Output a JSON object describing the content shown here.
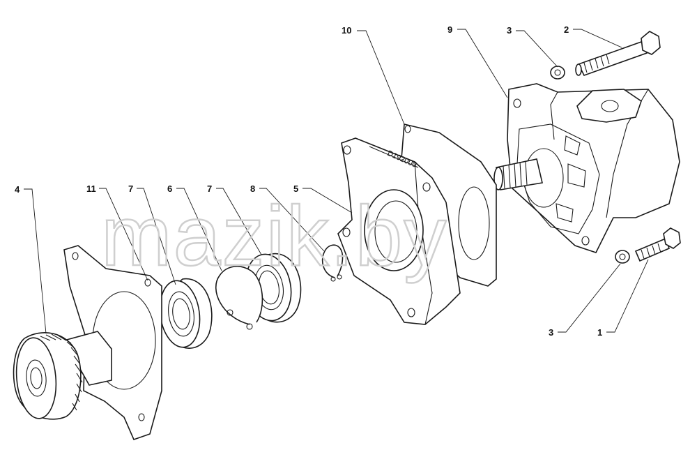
{
  "diagram": {
    "watermark": "mazik.by",
    "stamp_text": "D192000",
    "callouts": [
      {
        "id": "c-10",
        "label": "10"
      },
      {
        "id": "c-9",
        "label": "9"
      },
      {
        "id": "c-3-top",
        "label": "3"
      },
      {
        "id": "c-2",
        "label": "2"
      },
      {
        "id": "c-4",
        "label": "4"
      },
      {
        "id": "c-11",
        "label": "11"
      },
      {
        "id": "c-7-left",
        "label": "7"
      },
      {
        "id": "c-6",
        "label": "6"
      },
      {
        "id": "c-7-right",
        "label": "7"
      },
      {
        "id": "c-8",
        "label": "8"
      },
      {
        "id": "c-5",
        "label": "5"
      },
      {
        "id": "c-3-bottom",
        "label": "3"
      },
      {
        "id": "c-1",
        "label": "1"
      }
    ]
  }
}
